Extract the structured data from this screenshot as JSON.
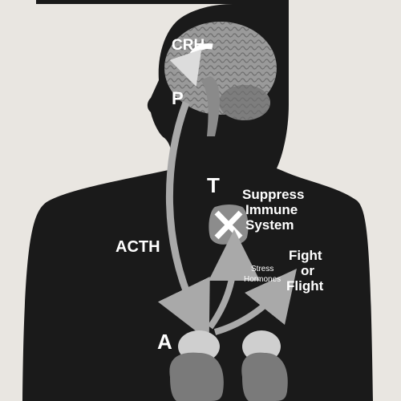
{
  "labels": {
    "crh": "CRH",
    "pituitary": "P",
    "thymus": "T",
    "adrenal": "A",
    "acth": "ACTH",
    "suppress_line1": "Suppress",
    "suppress_line2": "Immune",
    "suppress_line3": "System",
    "stress_line1": "Stress",
    "stress_line2": "Hormones",
    "fight_line1": "Fight",
    "fight_line2": "or",
    "fight_line3": "Flight"
  },
  "colors": {
    "page": "#e9e6e1",
    "silhouette": "#1a1a1a",
    "brain": "#9a9a9a",
    "arrow": "#a9a9a9",
    "organ": "#8c8c8c",
    "label": "#ffffff"
  }
}
